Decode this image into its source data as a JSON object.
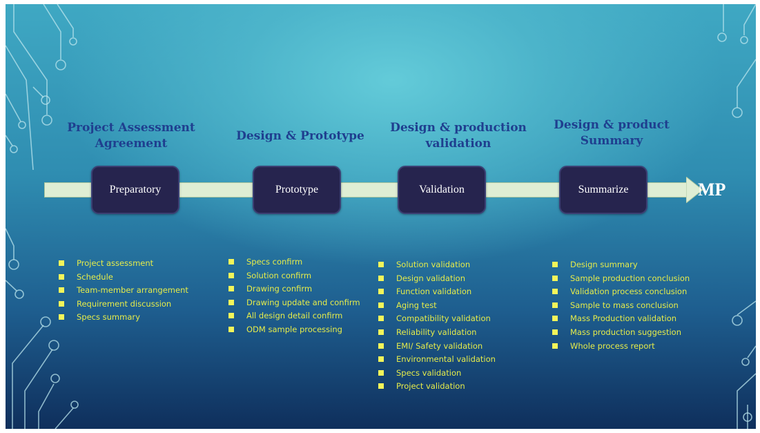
{
  "diagram": {
    "end_label": "MP",
    "stages": [
      {
        "title": "Project Assessment\nAgreement",
        "box_label": "Preparatory",
        "tasks": [
          "Project assessment",
          "Schedule",
          "Team-member arrangement",
          "Requirement discussion",
          "Specs summary"
        ]
      },
      {
        "title": "Design & Prototype",
        "box_label": "Prototype",
        "tasks": [
          "Specs confirm",
          "Solution confirm",
          "Drawing confirm",
          "Drawing update and confirm",
          "All design detail confirm",
          "ODM sample processing"
        ]
      },
      {
        "title": "Design & production\nvalidation",
        "box_label": "Validation",
        "tasks": [
          "Solution validation",
          "Design validation",
          "Function validation",
          "Aging test",
          "Compatibility validation",
          "Reliability validation",
          "EMI/ Safety validation",
          "Environmental validation",
          "Specs validation",
          "Project validation"
        ]
      },
      {
        "title": "Design & product\nSummary",
        "box_label": "Summarize",
        "tasks": [
          "Design summary",
          "Sample production conclusion",
          "Validation process conclusion",
          "Sample to mass conclusion",
          "Mass Production validation",
          "Mass production suggestion",
          "Whole process report"
        ]
      }
    ]
  },
  "colors": {
    "title_text": "#1f3f8f",
    "box_fill": "#26244e",
    "arrow_fill": "#dfeed4",
    "bullet_text": "#e6ec4a",
    "circuit_lines": "#b9e4ec"
  }
}
